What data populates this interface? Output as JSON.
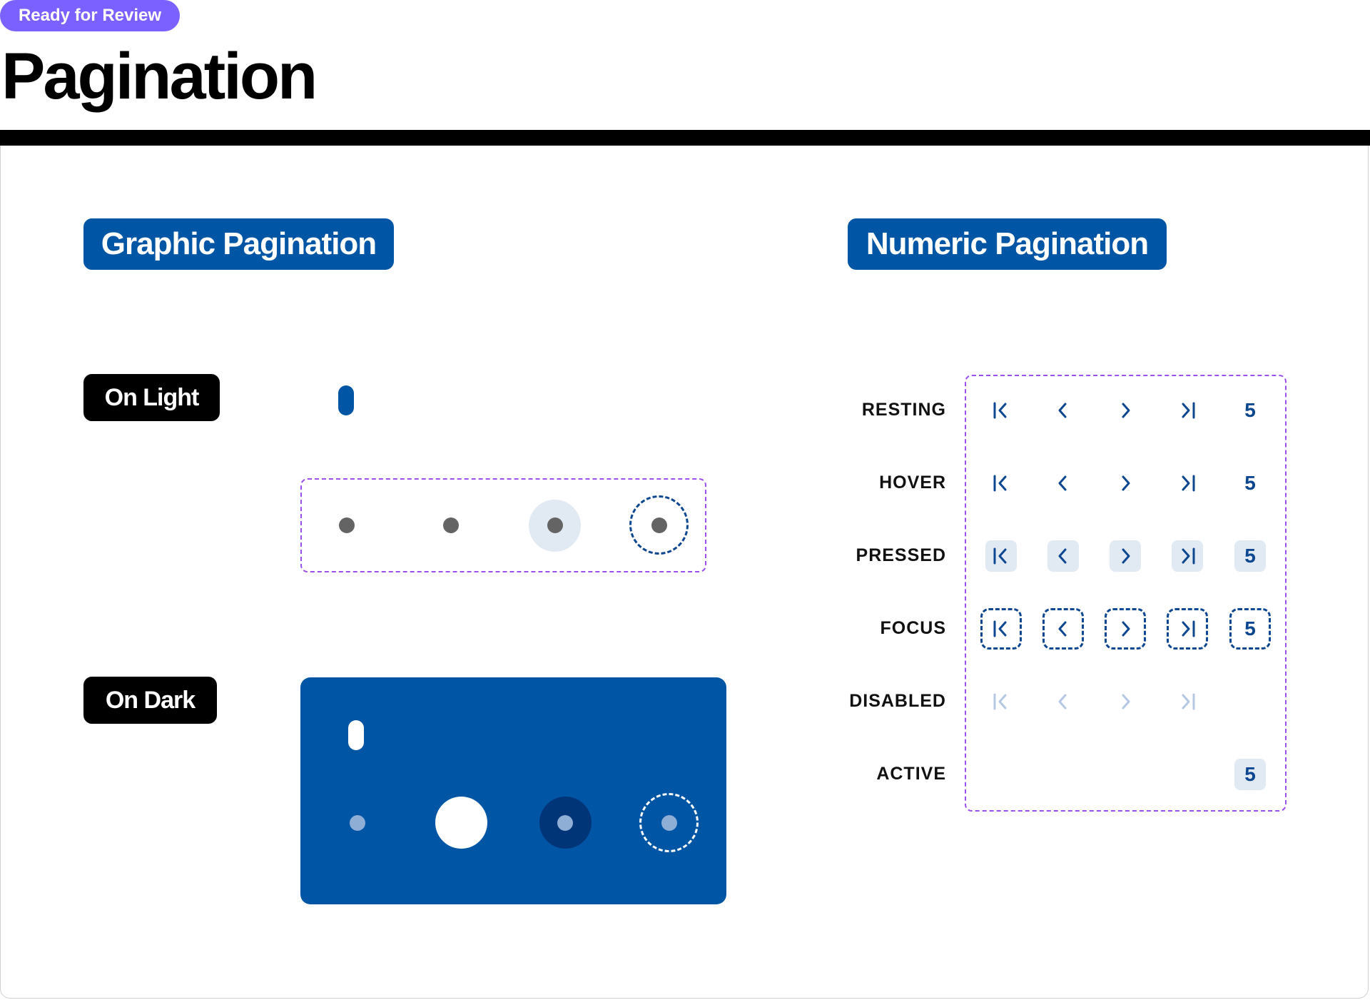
{
  "header": {
    "status_badge": "Ready for Review",
    "title": "Pagination"
  },
  "colors": {
    "status_purple": "#7b61ff",
    "brand_blue": "#0055a5",
    "icon_blue": "#0d4790",
    "pressed_bg": "#e1e9f3",
    "focus_frame": "#9b50ee"
  },
  "graphic": {
    "section_label": "Graphic Pagination",
    "on_light_label": "On Light",
    "on_dark_label": "On Dark"
  },
  "numeric": {
    "section_label": "Numeric Pagination",
    "states": [
      "RESTING",
      "HOVER",
      "PRESSED",
      "FOCUS",
      "DISABLED",
      "ACTIVE"
    ],
    "controls": [
      "first-page-icon",
      "previous-page-icon",
      "next-page-icon",
      "last-page-icon",
      "page-number"
    ],
    "page_number": "5"
  }
}
